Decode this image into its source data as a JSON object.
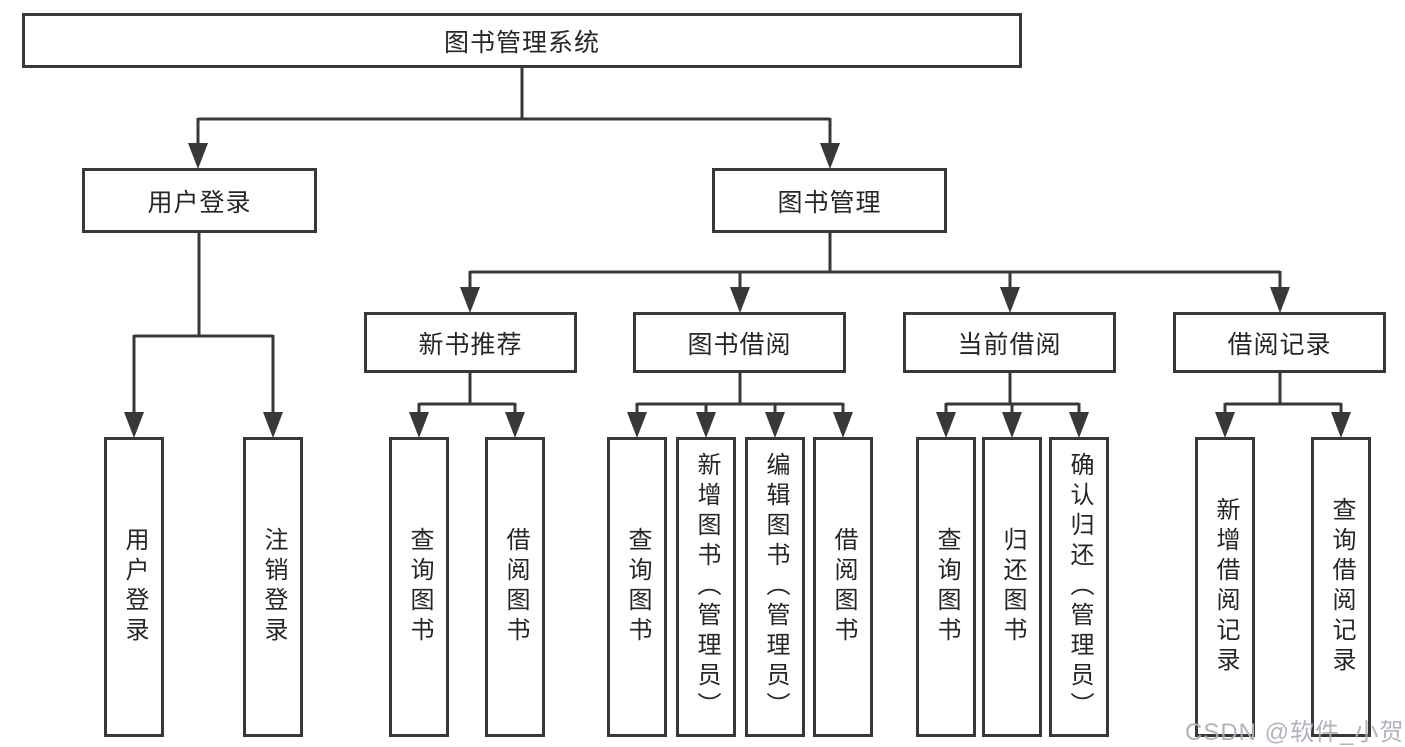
{
  "diagram": {
    "root": {
      "label": "图书管理系统"
    },
    "level2": [
      {
        "label": "用户登录"
      },
      {
        "label": "图书管理"
      }
    ],
    "level3": [
      {
        "label": "新书推荐"
      },
      {
        "label": "图书借阅"
      },
      {
        "label": "当前借阅"
      },
      {
        "label": "借阅记录"
      }
    ],
    "leaves": {
      "user_login": [
        "用户登录",
        "注销登录"
      ],
      "new_books": [
        "查询图书",
        "借阅图书"
      ],
      "book_borrow": [
        "查询图书",
        "新增图书（管理员）",
        "编辑图书（管理员）",
        "借阅图书"
      ],
      "current_borrow": [
        "查询图书",
        "归还图书",
        "确认归还（管理员）"
      ],
      "borrow_records": [
        "新增借阅记录",
        "查询借阅记录"
      ]
    }
  },
  "watermark": "CSDN @软件_小贺同学",
  "colors": {
    "line": "#383838",
    "text": "#262626",
    "watermark": "#acb1b9",
    "background": "#ffffff"
  }
}
